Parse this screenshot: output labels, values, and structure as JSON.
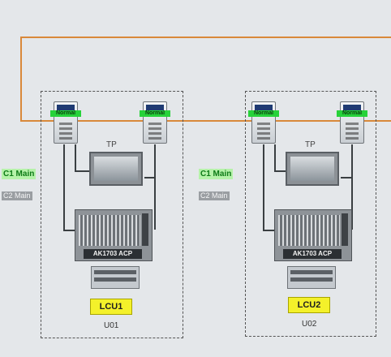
{
  "ring": {
    "color": "#d9893a"
  },
  "switch_status": "Normal",
  "touch_panel_label": "TP",
  "units": [
    {
      "c1_label": "C1 Main",
      "c2_label": "C2 Main",
      "rack_label": "AK1703 ACP",
      "lcu_button": "LCU1",
      "unit_id": "U01"
    },
    {
      "c1_label": "C1 Main",
      "c2_label": "C2 Main",
      "rack_label": "AK1703 ACP",
      "lcu_button": "LCU2",
      "unit_id": "U02"
    }
  ],
  "colors": {
    "status_green": "#27d23a",
    "lcu_yellow": "#f4f12a",
    "c1_green": "#0c7a16"
  }
}
